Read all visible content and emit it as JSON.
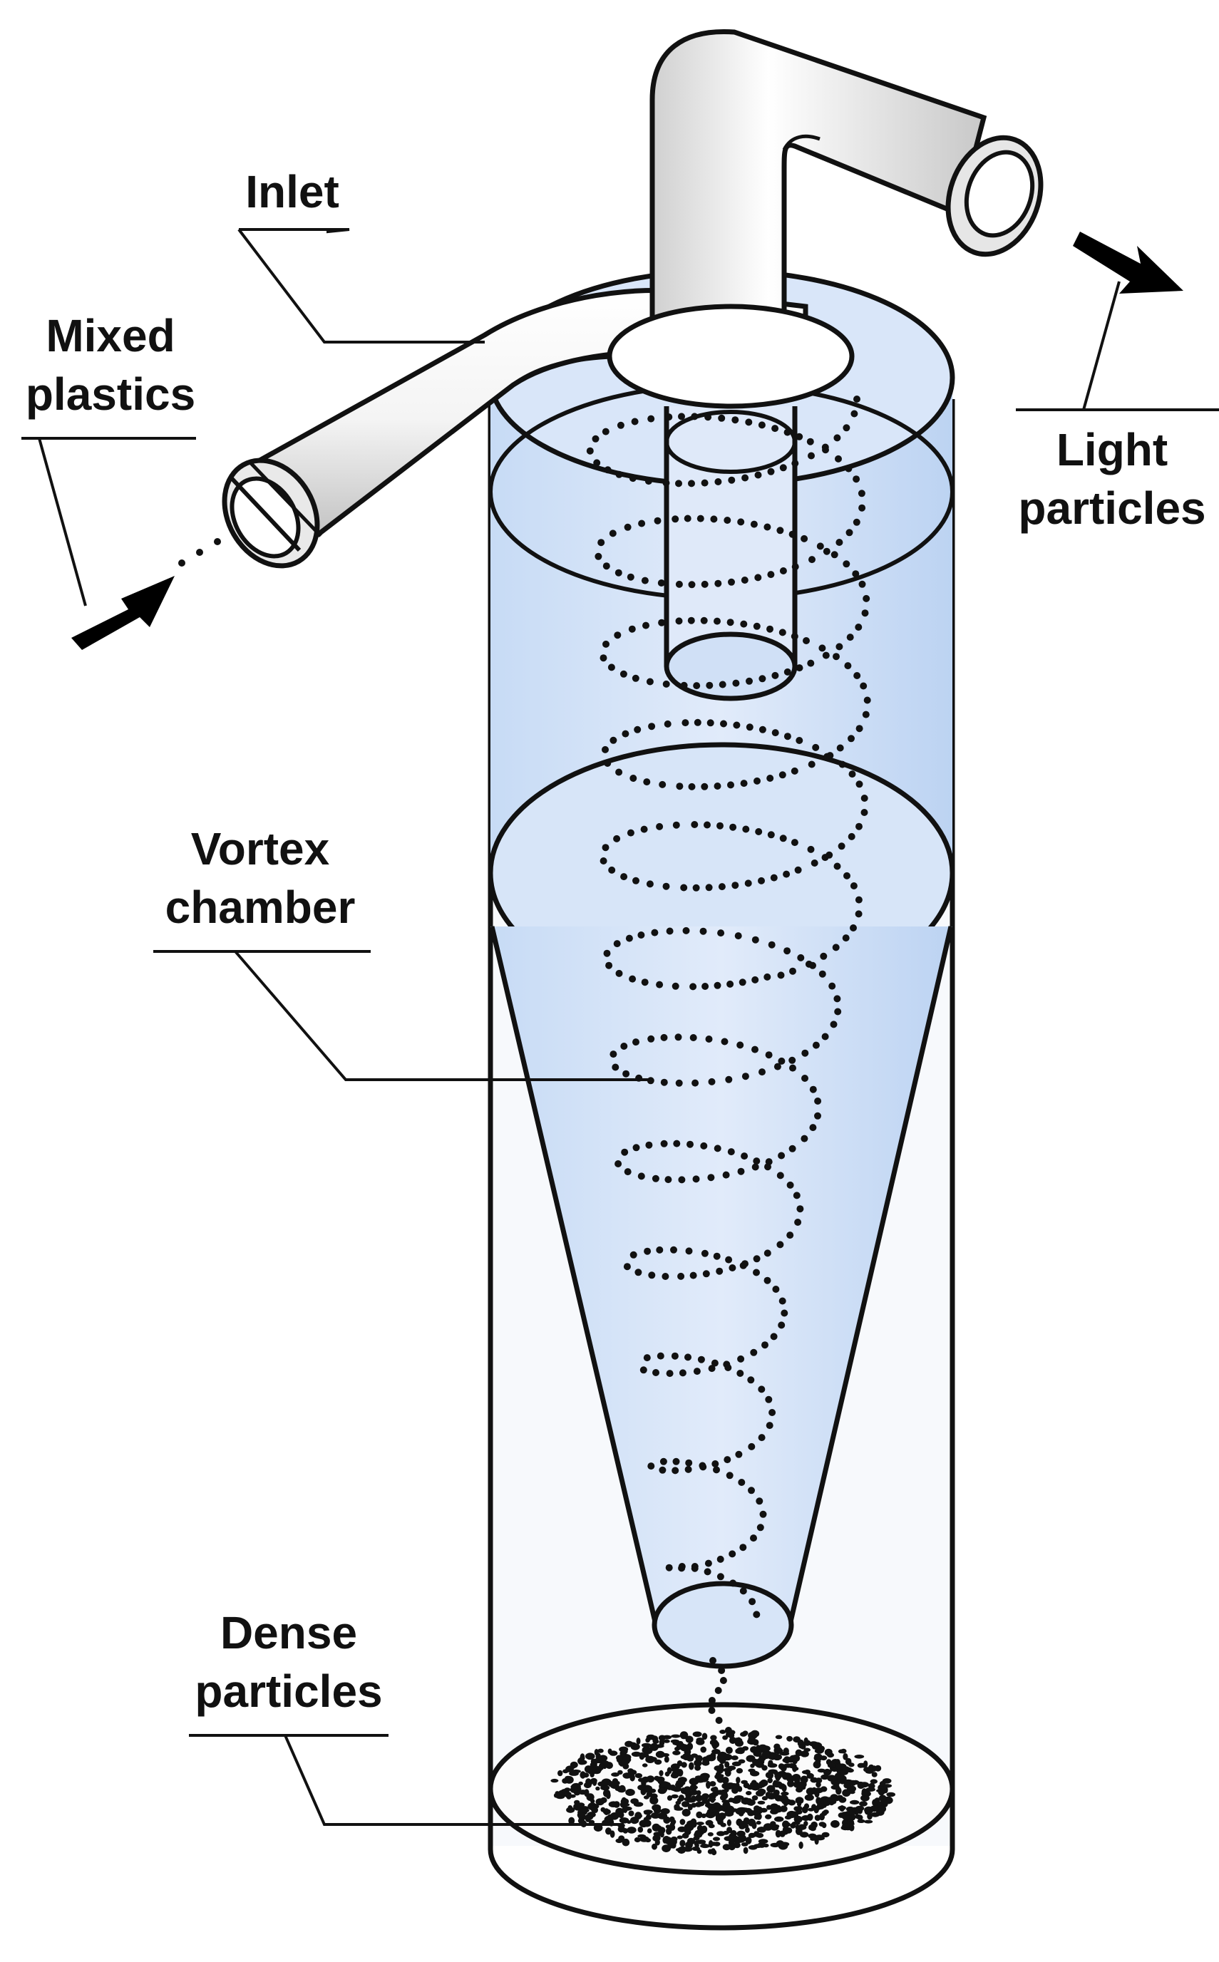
{
  "labels": {
    "inlet": [
      "Inlet"
    ],
    "mixed_plastics": [
      "Mixed",
      "plastics"
    ],
    "light_particles": [
      "Light",
      "particles"
    ],
    "vortex_chamber": [
      "Vortex",
      "chamber"
    ],
    "dense_particles": [
      "Dense",
      "particles"
    ]
  },
  "colors": {
    "fluid": "#cfe0f7",
    "fluid_light": "#e6eefb",
    "outline": "#111111",
    "pipe": "#f2f2f2",
    "particles": "#111111",
    "arrow": "#000000"
  }
}
